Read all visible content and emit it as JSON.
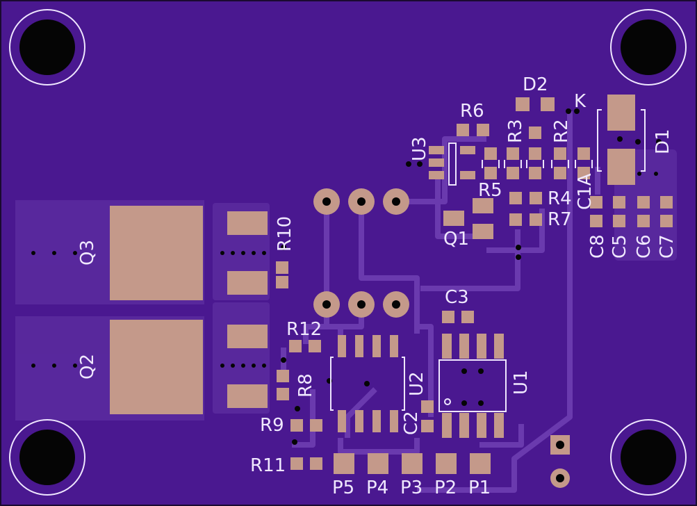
{
  "colors": {
    "board": "#4a1890",
    "copper_pour": "#5a28a0",
    "trace": "#6a3cb0",
    "pad": "#c4998a",
    "silkscreen": "#efe6ff",
    "hole": "#050505"
  },
  "labels": {
    "D2": "D2",
    "K": "K",
    "R6": "R6",
    "R3": "R3",
    "R2": "R2",
    "D1": "D1",
    "U3": "U3",
    "R5": "R5",
    "R4": "R4",
    "C1A": "C1A",
    "R7": "R7",
    "Q1": "Q1",
    "C8": "C8",
    "C5": "C5",
    "C6": "C6",
    "C7": "C7",
    "Q3": "Q3",
    "R10": "R10",
    "C3": "C3",
    "R12": "R12",
    "Q2": "Q2",
    "R8": "R8",
    "U2": "U2",
    "U1": "U1",
    "C2": "C2",
    "R9": "R9",
    "R11": "R11",
    "P5": "P5",
    "P4": "P4",
    "P3": "P3",
    "P2": "P2",
    "P1": "P1"
  }
}
